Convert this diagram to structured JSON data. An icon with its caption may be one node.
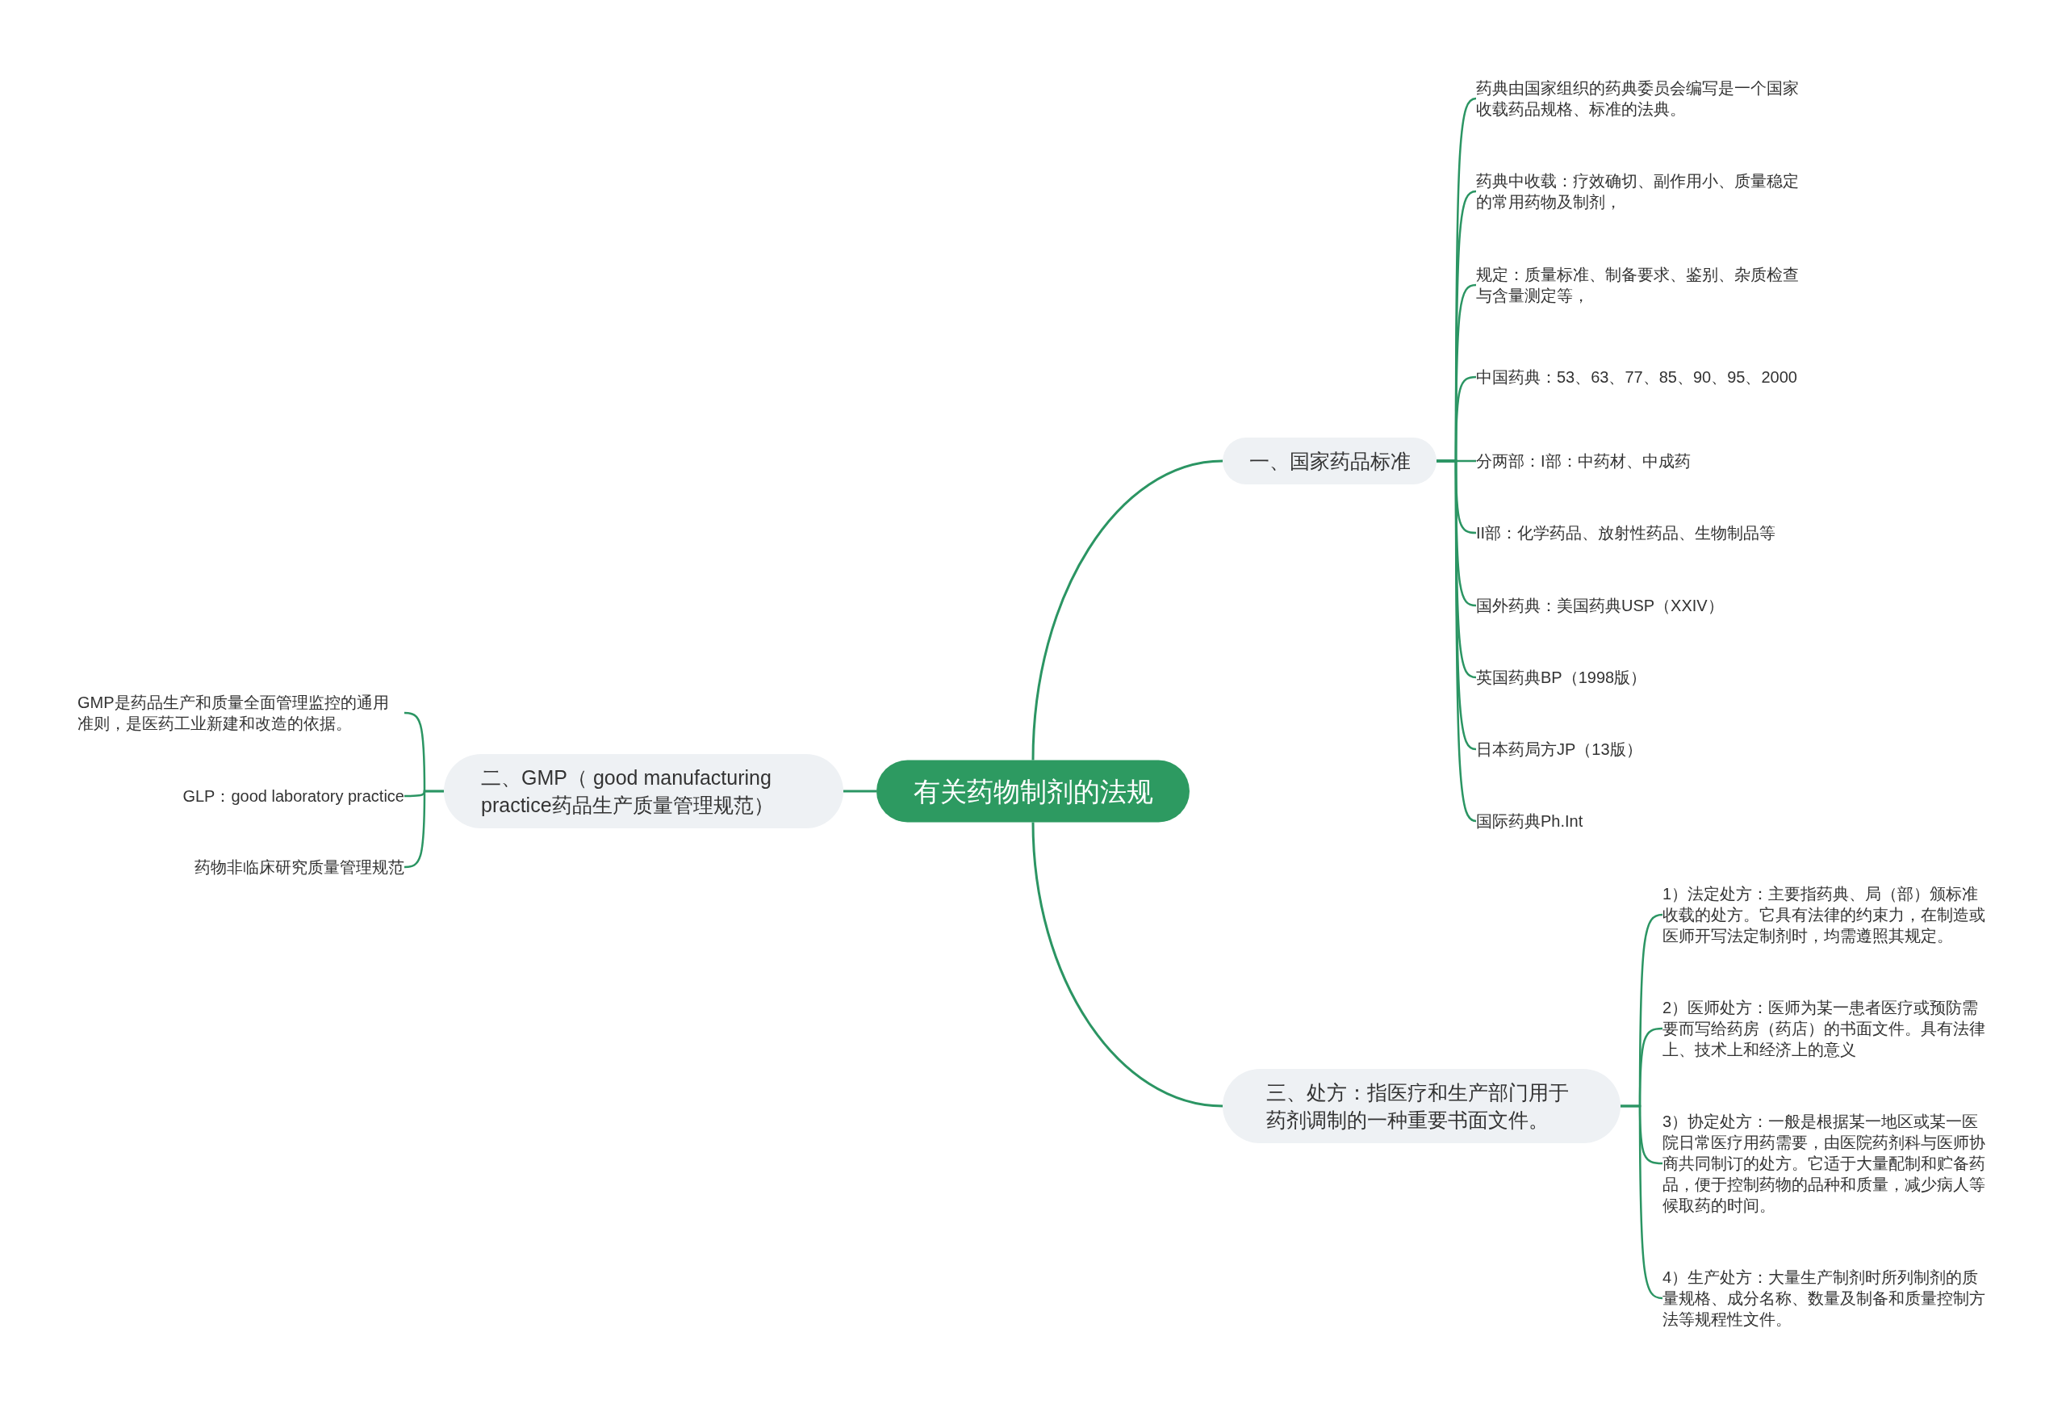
{
  "diagram": {
    "nodes": [
      {
        "text": [
          "有关药物制剂的法规"
        ]
      },
      {
        "text": [
          "一、国家药品标准"
        ]
      },
      {
        "text": [
          "药典由国家组织的药典委员会编写是一个国家收载药品规格、标准的法典。"
        ]
      },
      {
        "text": [
          "药典中收载：疗效确切、副作用小、质量稳定的常用药物及制剂，"
        ]
      },
      {
        "text": [
          "规定：质量标准、制备要求、鉴别、杂质检查与含量测定等，"
        ]
      },
      {
        "text": [
          "中国药典：53、63、77、85、90、95、2000"
        ]
      },
      {
        "text": [
          "分两部：I部：中药材、中成药"
        ]
      },
      {
        "text": [
          "II部：化学药品、放射性药品、生物制品等"
        ]
      },
      {
        "text": [
          "国外药典：美国药典USP（XXIV）"
        ]
      },
      {
        "text": [
          "英国药典BP（1998版）"
        ]
      },
      {
        "text": [
          "日本药局方JP（13版）"
        ]
      },
      {
        "text": [
          "国际药典Ph.Int"
        ]
      },
      {
        "text": [
          "二、GMP（ good manufacturing practice药品生产质量管理规范）"
        ]
      },
      {
        "text": [
          "GMP是药品生产和质量全面管理监控的通用准则，是医药工业新建和改造的依据。"
        ]
      },
      {
        "text": [
          "GLP：good laboratory practice"
        ]
      },
      {
        "text": [
          "药物非临床研究质量管理规范"
        ]
      },
      {
        "text": [
          "三、处方：指医疗和生产部门用于药剂调制的一种重要书面文件。"
        ]
      },
      {
        "text": [
          "1）法定处方：主要指药典、局（部）颁标准收载的处方。它具有法律的约束力，在制造或医师开写法定制剂时，均需遵照其规定。"
        ]
      },
      {
        "text": [
          "2）医师处方：医师为某一患者医疗或预防需要而写给药房（药店）的书面文件。具有法律上、技术上和经济上的意义"
        ]
      },
      {
        "text": [
          "3）协定处方：一般是根据某一地区或某一医院日常医疗用药需要，由医院药剂科与医师协商共同制订的处方。它适于大量配制和贮备药品，便于控制药物的品种和质量，减少病人等候取药的时间。"
        ]
      },
      {
        "text": [
          "4）生产处方：大量生产制剂时所列制剂的质量规格、成分名称、数量及制备和质量控制方法等规程性文件。"
        ]
      }
    ],
    "edges": [
      {
        "from": 0,
        "to": 1,
        "arrow": "none"
      },
      {
        "from": 1,
        "to": 2,
        "arrow": "none"
      },
      {
        "from": 1,
        "to": 3,
        "arrow": "none"
      },
      {
        "from": 1,
        "to": 4,
        "arrow": "none"
      },
      {
        "from": 1,
        "to": 5,
        "arrow": "none"
      },
      {
        "from": 1,
        "to": 6,
        "arrow": "none"
      },
      {
        "from": 1,
        "to": 7,
        "arrow": "none"
      },
      {
        "from": 1,
        "to": 8,
        "arrow": "none"
      },
      {
        "from": 1,
        "to": 9,
        "arrow": "none"
      },
      {
        "from": 1,
        "to": 10,
        "arrow": "none"
      },
      {
        "from": 1,
        "to": 11,
        "arrow": "none"
      },
      {
        "from": 0,
        "to": 12,
        "arrow": "none"
      },
      {
        "from": 12,
        "to": 13,
        "arrow": "none"
      },
      {
        "from": 12,
        "to": 14,
        "arrow": "none"
      },
      {
        "from": 12,
        "to": 15,
        "arrow": "none"
      },
      {
        "from": 0,
        "to": 16,
        "arrow": "none"
      },
      {
        "from": 16,
        "to": 17,
        "arrow": "none"
      },
      {
        "from": 16,
        "to": 18,
        "arrow": "none"
      },
      {
        "from": 16,
        "to": 19,
        "arrow": "none"
      },
      {
        "from": 16,
        "to": 20,
        "arrow": "none"
      }
    ]
  }
}
